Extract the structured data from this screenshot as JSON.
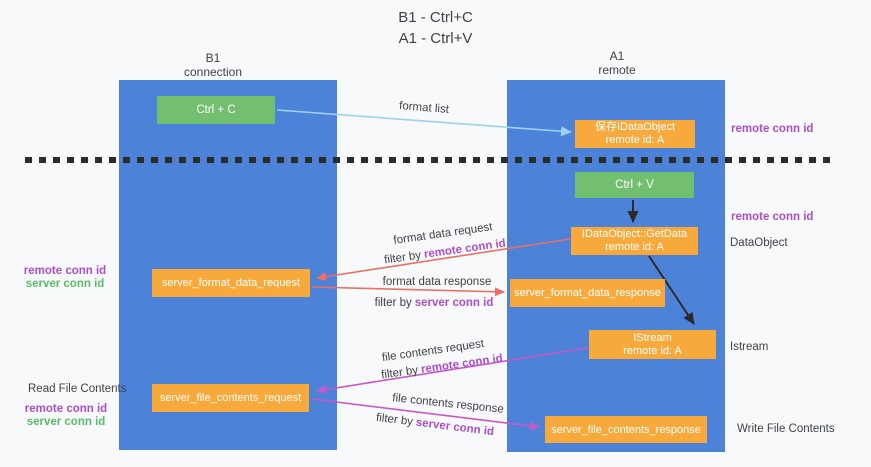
{
  "title": {
    "line1": "B1 - Ctrl+C",
    "line2": "A1 - Ctrl+V"
  },
  "lanes": {
    "left": {
      "title_line1": "B1",
      "title_line2": "connection"
    },
    "right": {
      "title_line1": "A1",
      "title_line2": "remote"
    }
  },
  "boxes": {
    "ctrl_c": {
      "label": "Ctrl + C"
    },
    "save_dataobject": {
      "line1": "保存IDataObject",
      "line2": "remote id: A"
    },
    "ctrl_v": {
      "label": "Ctrl + V"
    },
    "getdata": {
      "line1": "IDataObject::GetData",
      "line2": "remote id: A"
    },
    "format_request": {
      "label": "server_format_data_request"
    },
    "format_response": {
      "label": "server_format_data_response"
    },
    "istream": {
      "line1": "IStream",
      "line2": "remote id: A"
    },
    "file_request": {
      "label": "server_file_contents_request"
    },
    "file_response": {
      "label": "server_file_contents_response"
    }
  },
  "arrow_labels": {
    "format_list": "format list",
    "format_data_request": "format data request",
    "format_data_response": "format data response",
    "file_contents_request": "file contents request",
    "file_contents_response": "file contents response",
    "filter_by": "filter by",
    "remote_conn_id": "remote conn id",
    "server_conn_id": "server conn id"
  },
  "side_labels": {
    "right_top_remote_conn_id": "remote conn id",
    "right_mid_remote_conn_id": "remote conn id",
    "right_dataobject": "DataObject",
    "right_istream": "Istream",
    "right_write_file_contents": "Write File Contents",
    "left_remote_conn_id": "remote conn id",
    "left_server_conn_id": "server conn id",
    "left_read_file_contents": "Read File Contents",
    "left_bottom_remote_conn_id": "remote conn id",
    "left_bottom_server_conn_id": "server conn id"
  },
  "colors": {
    "lane_blue": "#4d82d9",
    "box_green": "#71bf6f",
    "box_orange": "#f7a93c",
    "arrow_red": "#ea7064",
    "arrow_magenta": "#c858c8",
    "arrow_light_blue": "#9ed1f2",
    "arrow_black": "#2a2a2a",
    "label_purple": "#ab4fc8",
    "label_green": "#5cbb6a",
    "text_dark": "#3f4347",
    "background": "#f8f9fa"
  }
}
